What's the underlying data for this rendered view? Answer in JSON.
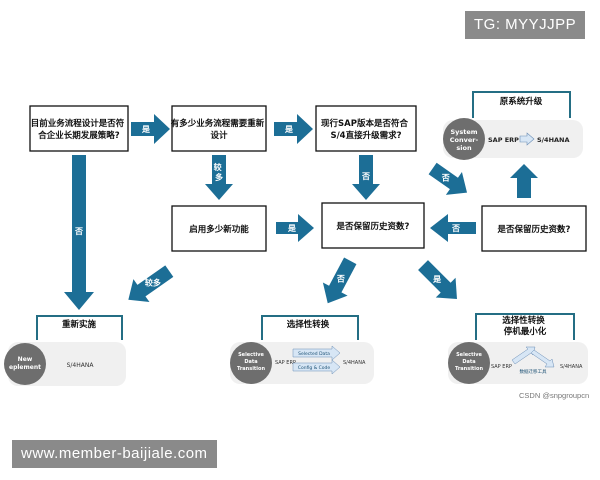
{
  "badges": {
    "top_right": "TG: MYYJJPP",
    "bottom_left": "www.member-baijiale.com"
  },
  "credit": "CSDN @snpgroupcn",
  "colors": {
    "arrow": "#1c6e96",
    "box_border": "#111111",
    "card_bg": "#f0f0f0",
    "circle": "#6e6e6e",
    "panel_top": "#246e84",
    "chevron": "#d7e6f5"
  },
  "decisions": {
    "q1": [
      "目前业务流程设计是否符",
      "合企业长期发展策略?"
    ],
    "q2": [
      "有多少业务流程需要重新",
      "设计"
    ],
    "q3": [
      "现行SAP版本是否符合",
      "S/4直接升级需求?"
    ],
    "q4": [
      "启用多少新功能"
    ],
    "q5": [
      "是否保留历史资数?"
    ],
    "q6": [
      "是否保留历史资数?"
    ]
  },
  "arrow_labels": {
    "q1_q2": "是",
    "q2_q3": "是",
    "q2_down": "较多",
    "q1_down": "否",
    "q3_down": "否",
    "q4_q5": "是",
    "q6_q5": "否",
    "q4_out": "较多",
    "q5_left": "否",
    "q5_right": "是"
  },
  "outcomes": {
    "system_conversion": {
      "title": "原系统升级",
      "circle": [
        "System",
        "Conver-",
        "sion"
      ],
      "from": "SAP ERP",
      "to": "S/4HANA"
    },
    "new_implementation": {
      "title": "重新实施",
      "circle": [
        "New",
        "eplement"
      ],
      "target": "S/4HANA"
    },
    "selective": {
      "title": "选择性转换",
      "circle": [
        "Selective",
        "Data",
        "Transition"
      ],
      "from": "SAP ERP",
      "to": "S/4HANA",
      "step1": "Selected Data",
      "step2": "Config & Code"
    },
    "selective_min": {
      "title": [
        "选择性转换",
        "停机最小化"
      ],
      "circle": [
        "Selective",
        "Data",
        "Transition"
      ],
      "from": "SAP ERP",
      "to": "S/4HANA",
      "tool": "数据迁移工具"
    }
  }
}
